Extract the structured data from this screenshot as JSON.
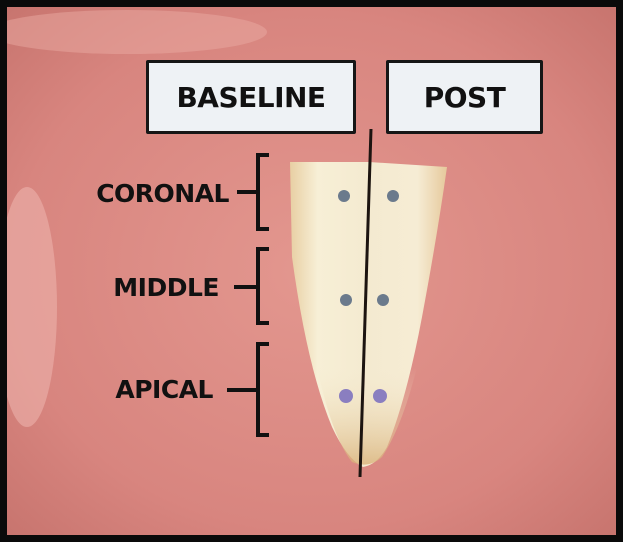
{
  "headers": {
    "baseline": "BASELINE",
    "post": "POST"
  },
  "regions": {
    "coronal": "CORONAL",
    "middle": "MIDDLE",
    "apical": "APICAL"
  },
  "colors": {
    "gingiva": "#d98a84",
    "enamel": "#f3e8c8",
    "measurement_point": "#6b7a8c",
    "apical_point": "#8a7ec0",
    "frame": "#0a0a0a",
    "label_box": "#eef2f5"
  }
}
